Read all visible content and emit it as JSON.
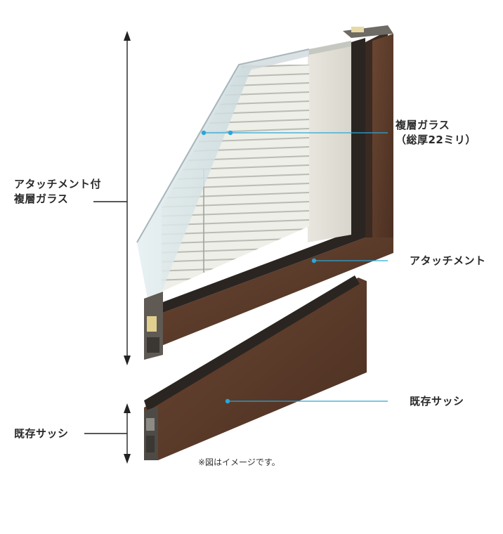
{
  "labels": {
    "attachment_glass_line1": "アタッチメント付",
    "attachment_glass_line2": "複層ガラス",
    "existing_sash_left": "既存サッシ",
    "double_glass_line1": "複層ガラス",
    "double_glass_line2": "（総厚22ミリ）",
    "attachment": "アタッチメント",
    "existing_sash_right": "既存サッシ"
  },
  "note": "※図はイメージです。",
  "colors": {
    "frame_brown": "#5a3a28",
    "frame_dark": "#2b2522",
    "leader_blue": "#2aa6d8",
    "glass": "#dfe9ec",
    "blind": "#e9ece6"
  }
}
